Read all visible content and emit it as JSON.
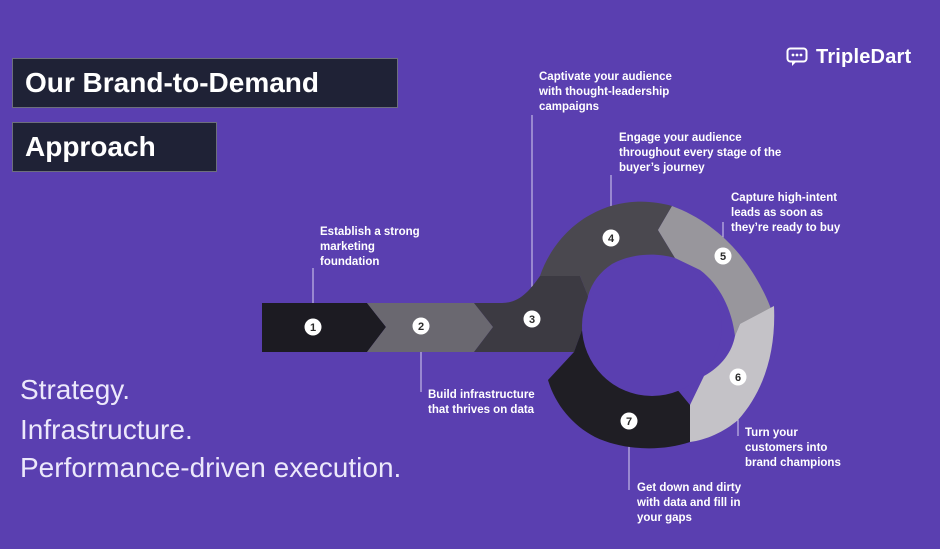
{
  "title": {
    "line1": "Our Brand-to-Demand",
    "line2": "Approach"
  },
  "brand": {
    "name": "TripleDart",
    "icon": "chat-bubble-dots-icon"
  },
  "tagline": {
    "line1": "Strategy.",
    "line2": "Infrastructure.",
    "line3": "Performance-driven execution."
  },
  "colors": {
    "background": "#5a3fb0",
    "title_box": "#1f2236",
    "segment_1": "#1c1b22",
    "segment_2": "#6a6870",
    "segment_3": "#3c3a42",
    "segment_4": "#4a484f",
    "segment_5": "#98969c",
    "segment_6": "#c4c2c7",
    "segment_7": "#1f1e24"
  },
  "steps": [
    {
      "number": "1",
      "lines": [
        "Establish a strong",
        "marketing",
        "foundation"
      ]
    },
    {
      "number": "2",
      "lines": [
        "Build infrastructure",
        "that thrives on data"
      ]
    },
    {
      "number": "3",
      "lines": [
        "Captivate your audience",
        "with thought-leadership",
        "campaigns"
      ]
    },
    {
      "number": "4",
      "lines": [
        "Engage your audience",
        "throughout every stage of the",
        "buyer’s journey"
      ]
    },
    {
      "number": "5",
      "lines": [
        "Capture high-intent",
        "leads as soon as",
        "they’re ready to buy"
      ]
    },
    {
      "number": "6",
      "lines": [
        "Turn your",
        "customers into",
        "brand champions"
      ]
    },
    {
      "number": "7",
      "lines": [
        "Get down and dirty",
        "with data and fill in",
        "your gaps"
      ]
    }
  ]
}
